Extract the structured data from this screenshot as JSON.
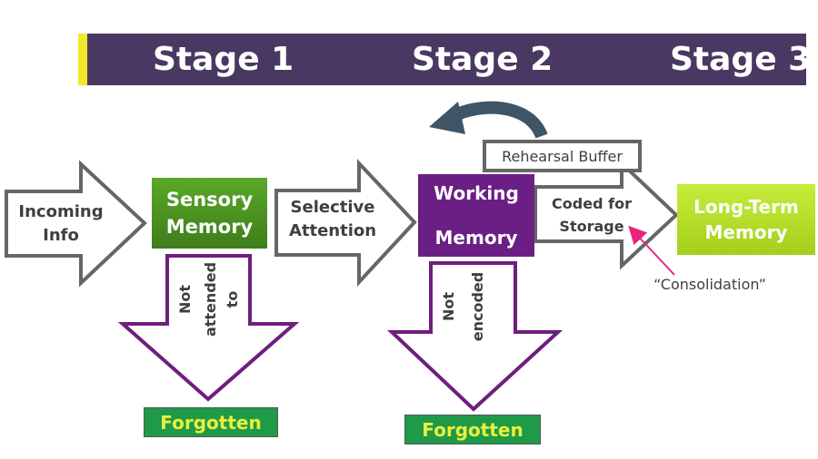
{
  "stages": [
    "Stage 1",
    "Stage 2",
    "Stage 3"
  ],
  "incoming": [
    "Incoming",
    "Info"
  ],
  "sensory_memory": [
    "Sensory",
    "Memory"
  ],
  "selective_attention": [
    "Selective",
    "Attention"
  ],
  "working_memory": [
    "Working",
    "Memory"
  ],
  "rehearsal_buffer": "Rehearsal Buffer",
  "coded_for_storage": [
    "Coded for",
    "Storage"
  ],
  "long_term_memory": [
    "Long-Term",
    "Memory"
  ],
  "consolidation": "“Consolidation”",
  "not_attended": [
    "Not",
    "attended",
    "to"
  ],
  "not_encoded": [
    "Not",
    "encoded"
  ],
  "forgotten_1": "Forgotten",
  "forgotten_2": "Forgotten",
  "colors": {
    "banner": "#493962",
    "banner_accent": "#f2e82a",
    "green_box": "#4f9a23",
    "purple_box": "#6b1f84",
    "longterm_box": "#b8e02a",
    "arrow_outline": "#666666",
    "purple_arrow": "#6e1f7c",
    "forgotten_bg": "#1f9a48",
    "forgotten_text": "#e9f03c",
    "curved_arrow": "#3f5566",
    "pink_arrow": "#e6257e"
  }
}
